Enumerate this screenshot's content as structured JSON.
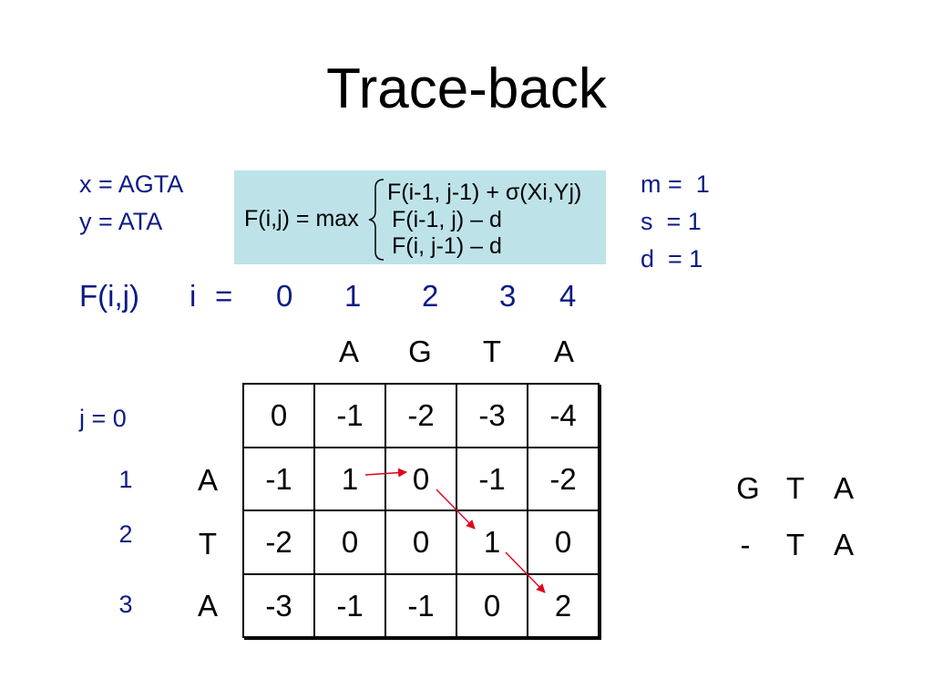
{
  "title": "Trace-back",
  "sequences": {
    "x": "x = AGTA",
    "y": "y = ATA"
  },
  "recurrence": {
    "lhs": "F(i,j) = max",
    "cases": [
      "F(i-1, j-1) + σ(Xi,Yj)",
      "F(i-1, j) – d",
      "F(i, j-1) – d"
    ]
  },
  "scoring": {
    "m": "m =  1",
    "s": "s  = 1",
    "d": "d  = 1"
  },
  "matrix": {
    "label": "F(i,j)",
    "i_label": "i",
    "i_equals": "=",
    "i_values": [
      "0",
      "1",
      "2",
      "3",
      "4"
    ],
    "column_letters": [
      "A",
      "G",
      "T",
      "A"
    ],
    "j_labels": [
      "j = 0",
      "1",
      "2",
      "3"
    ],
    "row_letters": [
      "A",
      "T",
      "A"
    ],
    "rows": [
      [
        "0",
        "-1",
        "-2",
        "-3",
        "-4"
      ],
      [
        "-1",
        "1",
        "0",
        "-1",
        "-2"
      ],
      [
        "-2",
        "0",
        "0",
        "1",
        "0"
      ],
      [
        "-3",
        "-1",
        "-1",
        "0",
        "2"
      ]
    ]
  },
  "alignment": {
    "top": [
      "G",
      "T",
      "A"
    ],
    "bottom": [
      "-",
      "T",
      "A"
    ]
  },
  "colors": {
    "label_blue": "#0c1c84",
    "formula_bg": "#bde3e9",
    "arrow_red": "#e3001b"
  }
}
